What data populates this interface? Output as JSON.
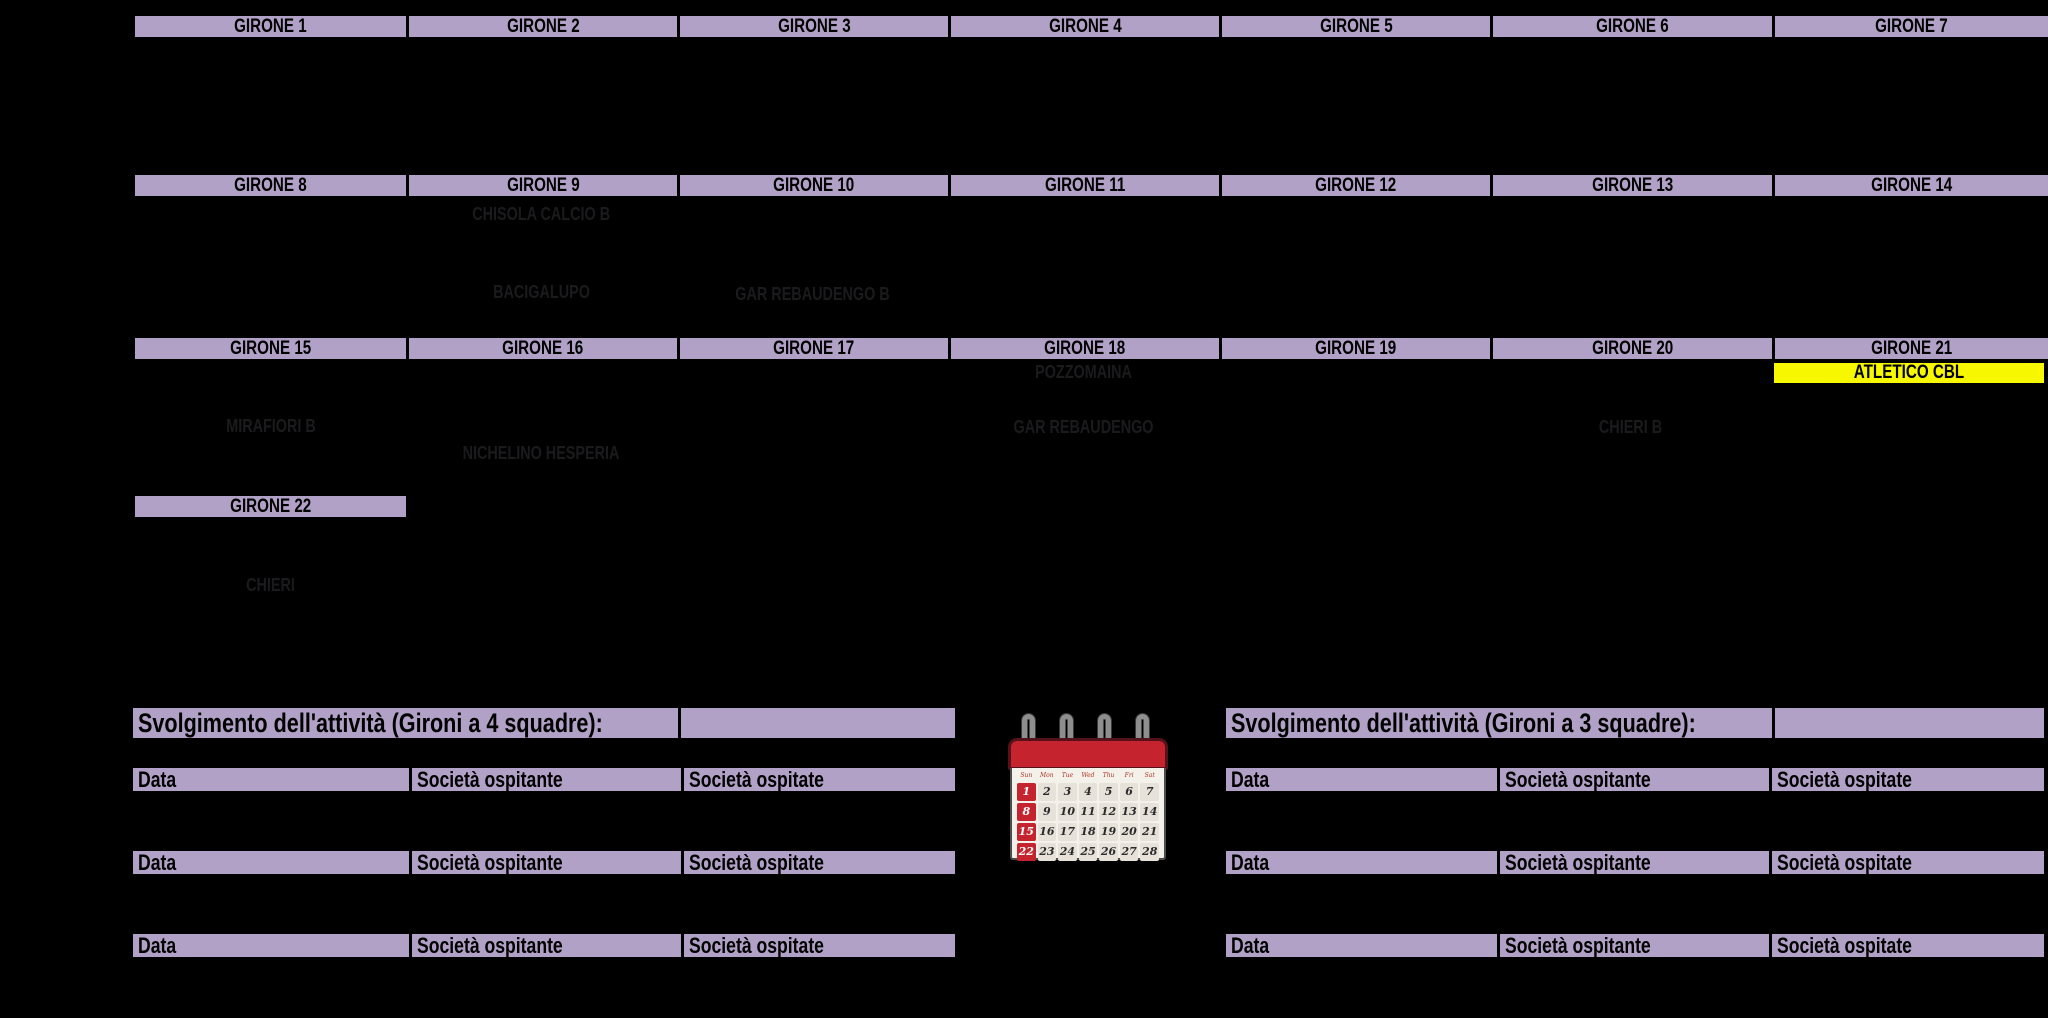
{
  "colors": {
    "background": "#000000",
    "header_bg": "#b2a1c7",
    "highlight_bg": "#f7f700",
    "faint_text": "#1b1b1d",
    "calendar_red": "#c5242e"
  },
  "gironi": {
    "row1": [
      "GIRONE 1",
      "GIRONE 2",
      "GIRONE 3",
      "GIRONE 4",
      "GIRONE 5",
      "GIRONE 6",
      "GIRONE 7"
    ],
    "row2": [
      "GIRONE 8",
      "GIRONE 9",
      "GIRONE 10",
      "GIRONE 11",
      "GIRONE 12",
      "GIRONE 13",
      "GIRONE 14"
    ],
    "row3": [
      "GIRONE 15",
      "GIRONE 16",
      "GIRONE 17",
      "GIRONE 18",
      "GIRONE 19",
      "GIRONE 20",
      "GIRONE 21"
    ],
    "row4": [
      "GIRONE 22"
    ]
  },
  "highlight": {
    "label": "ATLETICO CBL",
    "girone": "GIRONE 21"
  },
  "teams": [
    {
      "name": "CHISOLA CALCIO B"
    },
    {
      "name": "BACIGALUPO"
    },
    {
      "name": "GAR REBAUDENGO B"
    },
    {
      "name": "POZZOMAINA"
    },
    {
      "name": "MIRAFIORI B"
    },
    {
      "name": "GAR REBAUDENGO"
    },
    {
      "name": "CHIERI B"
    },
    {
      "name": "NICHELINO HESPERIA"
    },
    {
      "name": "CHIERI"
    }
  ],
  "tables": {
    "left": {
      "title": "Svolgimento dell'attività (Gironi a 4 squadre):"
    },
    "right": {
      "title": "Svolgimento dell'attività (Gironi a 3 squadre):"
    },
    "columns": [
      "Data",
      "Società ospitante",
      "Società ospitate"
    ],
    "row_count_per_table": 3
  },
  "calendar": {
    "day_names": [
      "Sun",
      "Mon",
      "Tue",
      "Wed",
      "Thu",
      "Fri",
      "Sat"
    ],
    "weeks": [
      [
        1,
        2,
        3,
        4,
        5,
        6,
        7
      ],
      [
        8,
        9,
        10,
        11,
        12,
        13,
        14
      ],
      [
        15,
        16,
        17,
        18,
        19,
        20,
        21
      ],
      [
        22,
        23,
        24,
        25,
        26,
        27,
        28
      ]
    ],
    "highlighted_day": 14
  }
}
